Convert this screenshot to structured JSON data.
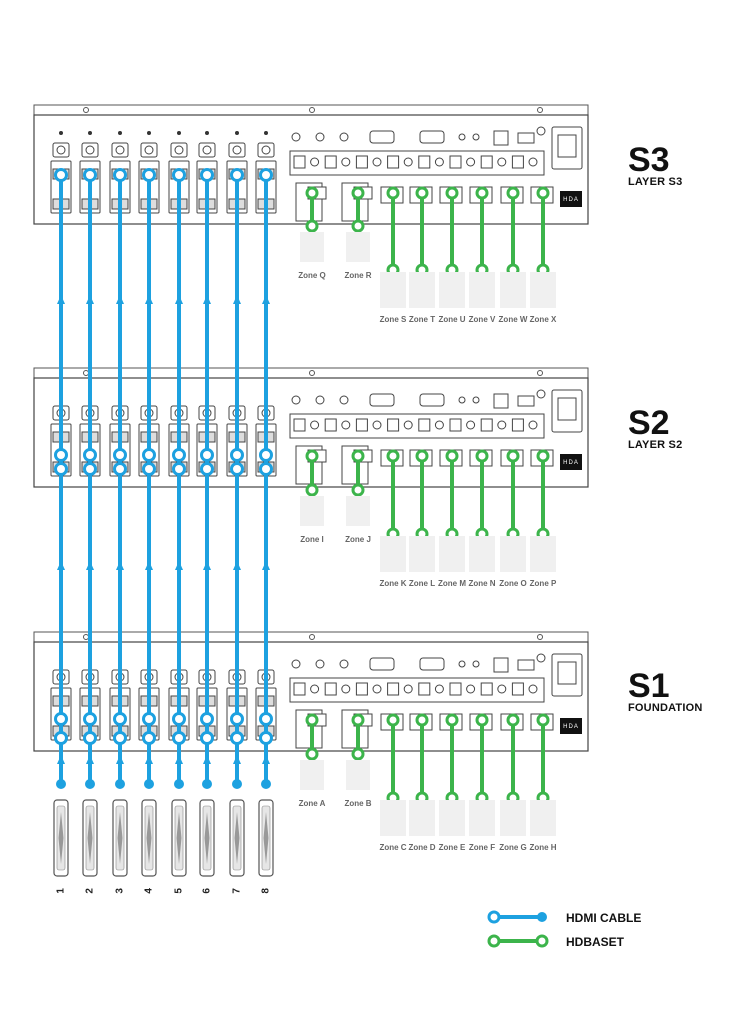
{
  "layers": [
    {
      "code": "S3",
      "subtitle": "LAYER S3",
      "brand": "HDA",
      "audio_zones": [
        "Zone Q",
        "Zone R"
      ],
      "video_zones": [
        "Zone S",
        "Zone T",
        "Zone U",
        "Zone V",
        "Zone W",
        "Zone X"
      ]
    },
    {
      "code": "S2",
      "subtitle": "LAYER S2",
      "brand": "HDA",
      "audio_zones": [
        "Zone I",
        "Zone J"
      ],
      "video_zones": [
        "Zone K",
        "Zone L",
        "Zone M",
        "Zone N",
        "Zone O",
        "Zone P"
      ]
    },
    {
      "code": "S1",
      "subtitle": "FOUNDATION",
      "brand": "HDA",
      "audio_zones": [
        "Zone A",
        "Zone B"
      ],
      "video_zones": [
        "Zone C",
        "Zone D",
        "Zone E",
        "Zone F",
        "Zone G",
        "Zone H"
      ]
    }
  ],
  "sources": [
    "1",
    "2",
    "3",
    "4",
    "5",
    "6",
    "7",
    "8"
  ],
  "legend": [
    {
      "label": "HDMI CABLE",
      "color": "#1da1e0"
    },
    {
      "label": "HDBASET",
      "color": "#3cb44b"
    }
  ]
}
